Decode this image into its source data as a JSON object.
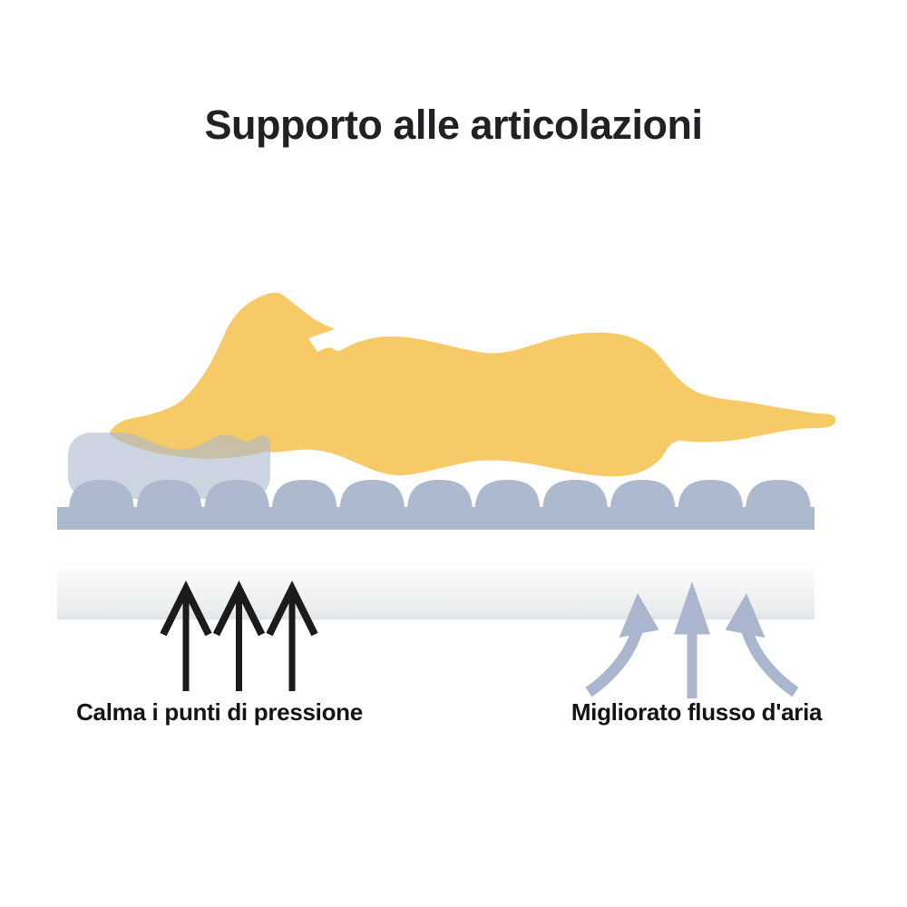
{
  "title": "Supporto alle articolazioni",
  "annotations": {
    "pressure": {
      "label": "Calma i punti di pressione",
      "arrow_count": 3
    },
    "airflow": {
      "label": "Migliorato flusso d'aria",
      "arrow_count": 3
    }
  },
  "illustration": {
    "subject": "yellow dog lying on an orthopedic pet mattress with its head on a pillow",
    "elements": [
      "dog-silhouette",
      "pillow",
      "mattress-scalloped-top",
      "mattress-foam-base",
      "pressure-arrows",
      "airflow-arrows"
    ]
  },
  "colors": {
    "background": "#FFFFFF",
    "title_text": "#1F2124",
    "label_text": "#141414",
    "dog": "#F7CA68",
    "pillow": "#ACB8CE",
    "mattress": "#ADB9CE",
    "mattress_seam": "#9DABC5",
    "pressure_arrow": "#1B1B1B",
    "airflow_arrow": "#A9B6CD",
    "foam_top": "#FEFEFE",
    "foam_bottom": "#E3E4E6"
  }
}
